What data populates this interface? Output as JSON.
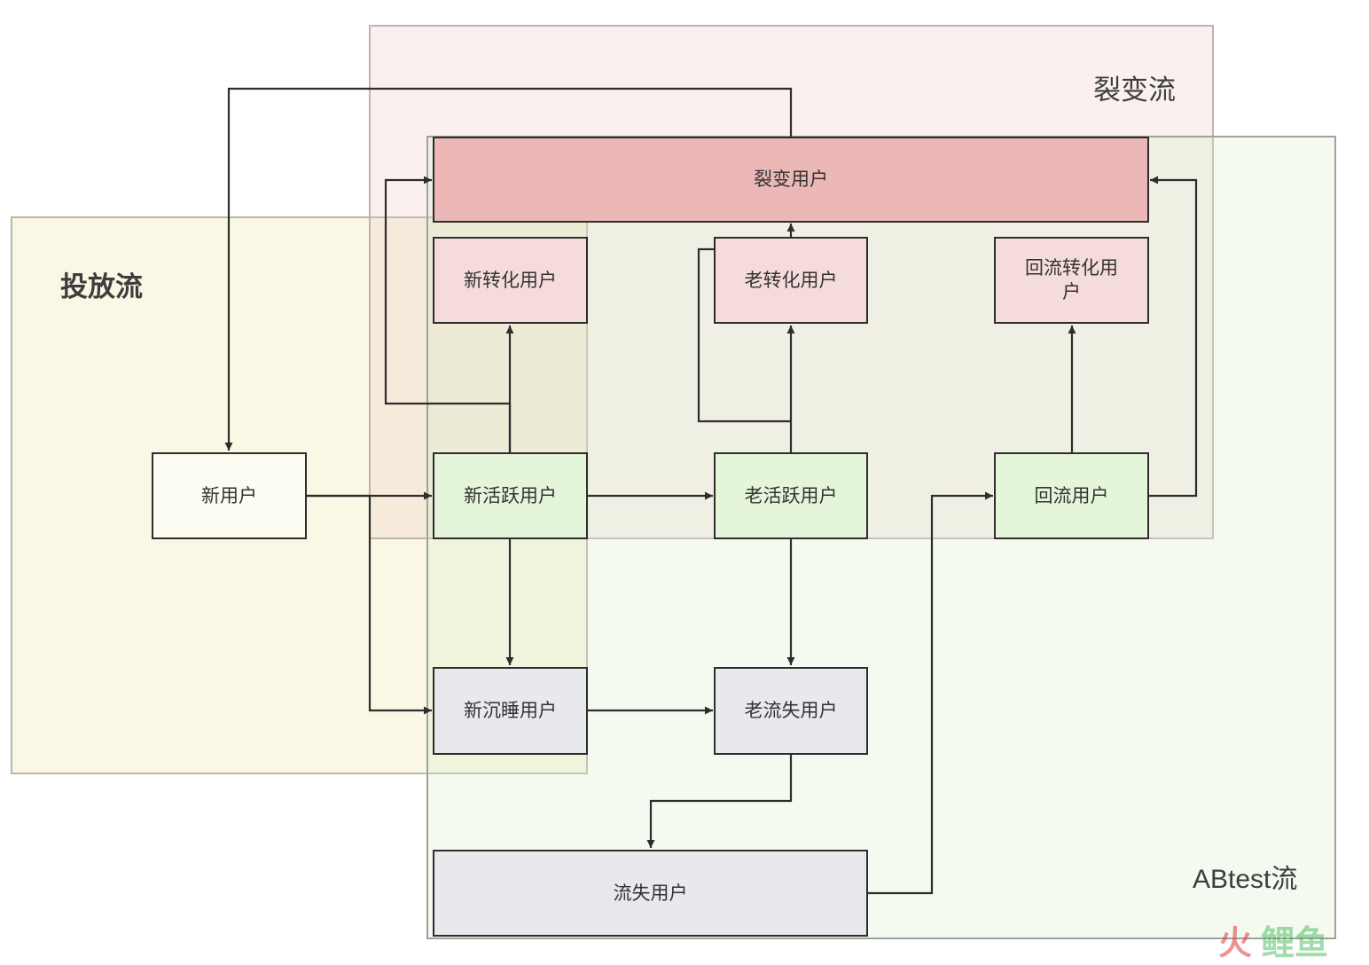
{
  "regions": {
    "toufang": "投放流",
    "liebian": "裂变流",
    "abtest": "ABtest流"
  },
  "nodes": {
    "liebian_users": "裂变用户",
    "new_converted": "新转化用户",
    "old_converted": "老转化用户",
    "returning_converted": "回流转化用户",
    "new_users": "新用户",
    "new_active": "新活跃用户",
    "old_active": "老活跃用户",
    "returning_users": "回流用户",
    "new_dormant": "新沉睡用户",
    "old_churned": "老流失用户",
    "churned_users": "流失用户"
  },
  "watermark": "火鲤鱼",
  "colors": {
    "node_white": "#fdfcf2",
    "node_green": "#e5f5da",
    "node_pink": "#f5dbda",
    "node_red": "#ebb8b7",
    "node_gray": "#e7e9ec",
    "edge": "#2d2d2d",
    "watermark_red": "#e03b3b",
    "watermark_green": "#2fb34a"
  }
}
